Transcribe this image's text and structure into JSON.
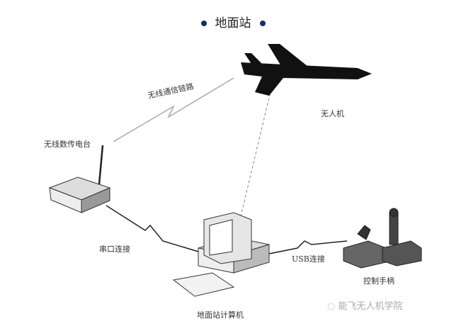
{
  "title": "地面站",
  "labels": {
    "wireless_link": "无线通信链路",
    "uav": "无人机",
    "radio": "无线数传电台",
    "serial": "串口连接",
    "usb": "USB连接",
    "controller": "控制手柄",
    "computer": "地面站计算机"
  },
  "watermark": "能飞无人机学院",
  "accent": "#1a2a6c"
}
